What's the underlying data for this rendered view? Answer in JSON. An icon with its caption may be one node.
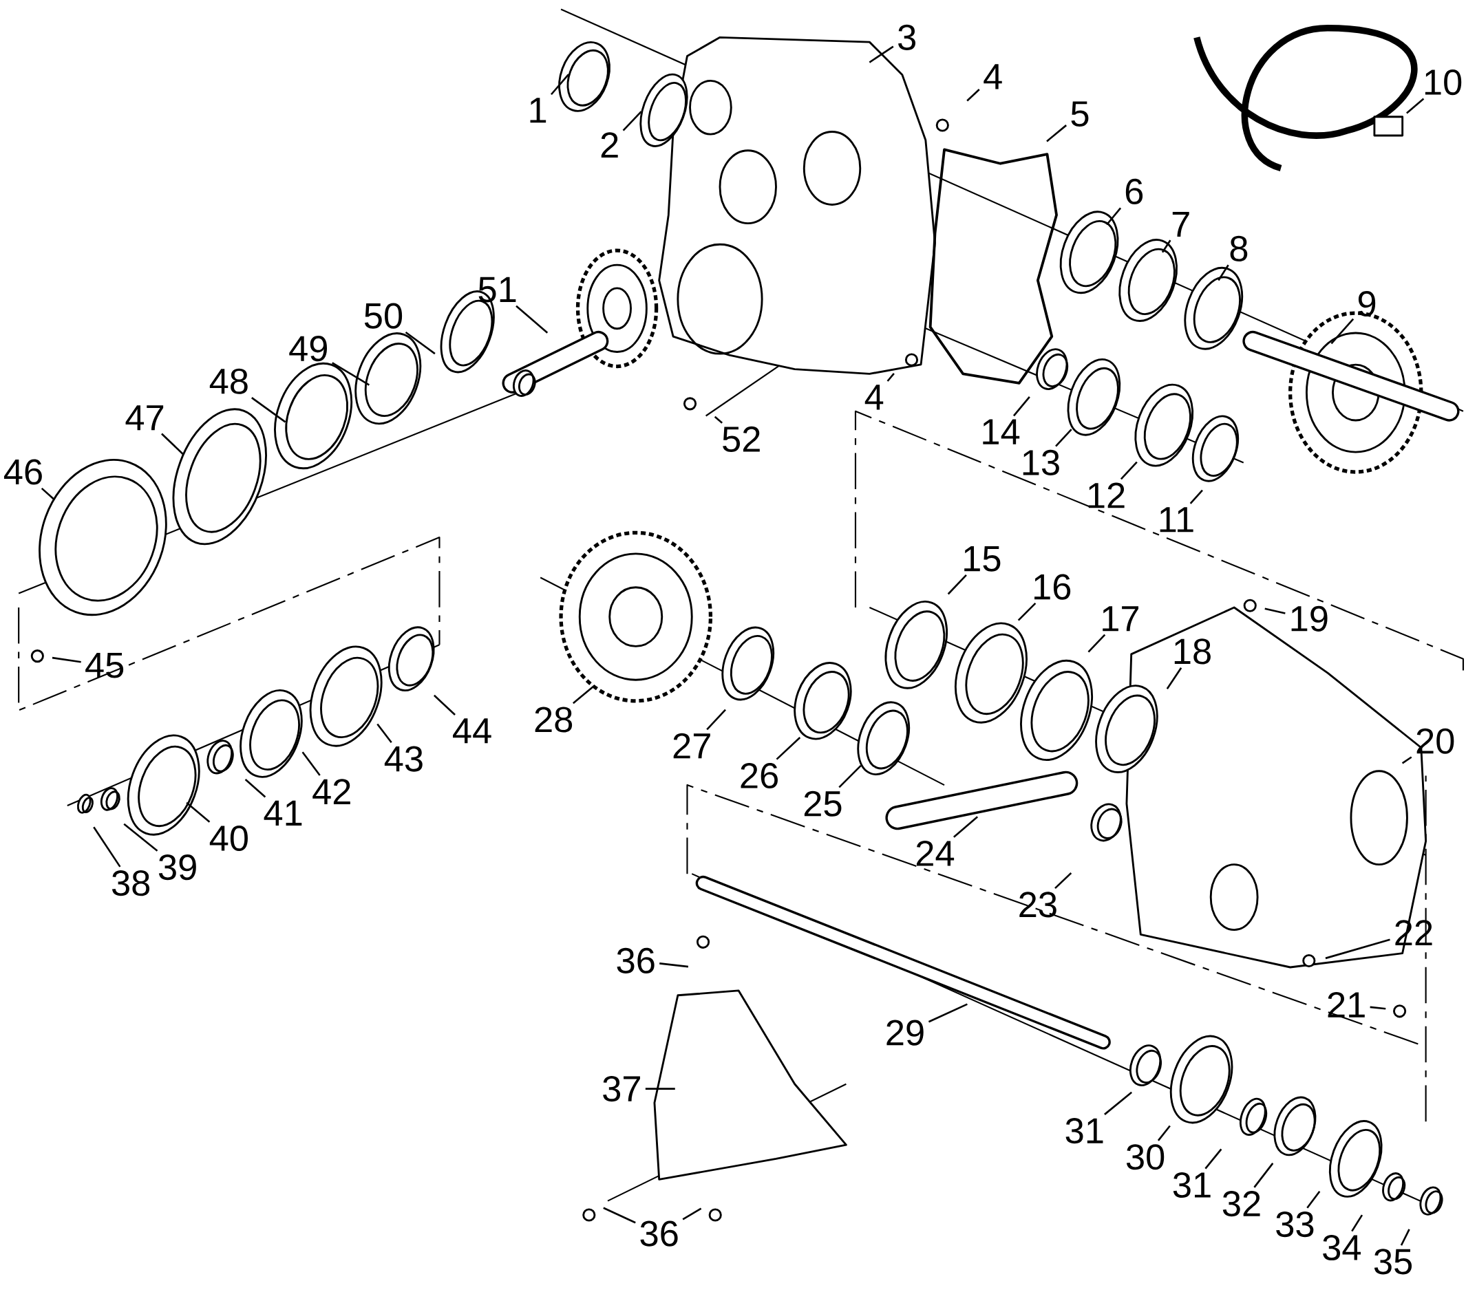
{
  "diagram": {
    "nodes": [
      {
        "text": [
          "1"
        ]
      },
      {
        "text": [
          "2"
        ]
      },
      {
        "text": [
          "3"
        ]
      },
      {
        "text": [
          "4"
        ]
      },
      {
        "text": [
          "5"
        ]
      },
      {
        "text": [
          "6"
        ]
      },
      {
        "text": [
          "7"
        ]
      },
      {
        "text": [
          "8"
        ]
      },
      {
        "text": [
          "9"
        ]
      },
      {
        "text": [
          "10"
        ]
      },
      {
        "text": [
          "51"
        ]
      },
      {
        "text": [
          "50"
        ]
      },
      {
        "text": [
          "49"
        ]
      },
      {
        "text": [
          "48"
        ]
      },
      {
        "text": [
          "47"
        ]
      },
      {
        "text": [
          "46"
        ]
      },
      {
        "text": [
          "52"
        ]
      },
      {
        "text": [
          "4"
        ]
      },
      {
        "text": [
          "14"
        ]
      },
      {
        "text": [
          "13"
        ]
      },
      {
        "text": [
          "12"
        ]
      },
      {
        "text": [
          "11"
        ]
      },
      {
        "text": [
          "15"
        ]
      },
      {
        "text": [
          "16"
        ]
      },
      {
        "text": [
          "17"
        ]
      },
      {
        "text": [
          "19"
        ]
      },
      {
        "text": [
          "18"
        ]
      },
      {
        "text": [
          "28"
        ]
      },
      {
        "text": [
          "45"
        ]
      },
      {
        "text": [
          "44"
        ]
      },
      {
        "text": [
          "43"
        ]
      },
      {
        "text": [
          "42"
        ]
      },
      {
        "text": [
          "41"
        ]
      },
      {
        "text": [
          "40"
        ]
      },
      {
        "text": [
          "39"
        ]
      },
      {
        "text": [
          "38"
        ]
      },
      {
        "text": [
          "27"
        ]
      },
      {
        "text": [
          "26"
        ]
      },
      {
        "text": [
          "25"
        ]
      },
      {
        "text": [
          "24"
        ]
      },
      {
        "text": [
          "23"
        ]
      },
      {
        "text": [
          "20"
        ]
      },
      {
        "text": [
          "21"
        ]
      },
      {
        "text": [
          "22"
        ]
      },
      {
        "text": [
          "36"
        ]
      },
      {
        "text": [
          "29"
        ]
      },
      {
        "text": [
          "37"
        ]
      },
      {
        "text": [
          "31"
        ]
      },
      {
        "text": [
          "30"
        ]
      },
      {
        "text": [
          "31"
        ]
      },
      {
        "text": [
          "32"
        ]
      },
      {
        "text": [
          "33"
        ]
      },
      {
        "text": [
          "34"
        ]
      },
      {
        "text": [
          "35"
        ]
      },
      {
        "text": [
          "36"
        ]
      }
    ],
    "edges": [
      {
        "from": 0,
        "to": null,
        "arrow": "none"
      },
      {
        "from": 1,
        "to": null,
        "arrow": "none"
      },
      {
        "from": 2,
        "to": null,
        "arrow": "none"
      },
      {
        "from": 3,
        "to": null,
        "arrow": "none"
      },
      {
        "from": 4,
        "to": null,
        "arrow": "none"
      },
      {
        "from": 5,
        "to": null,
        "arrow": "none"
      },
      {
        "from": 6,
        "to": null,
        "arrow": "none"
      },
      {
        "from": 7,
        "to": null,
        "arrow": "none"
      },
      {
        "from": 8,
        "to": null,
        "arrow": "none"
      },
      {
        "from": 9,
        "to": null,
        "arrow": "none"
      },
      {
        "from": 10,
        "to": null,
        "arrow": "none"
      },
      {
        "from": 11,
        "to": null,
        "arrow": "none"
      },
      {
        "from": 12,
        "to": null,
        "arrow": "none"
      },
      {
        "from": 13,
        "to": null,
        "arrow": "none"
      },
      {
        "from": 14,
        "to": null,
        "arrow": "none"
      },
      {
        "from": 15,
        "to": null,
        "arrow": "none"
      },
      {
        "from": 16,
        "to": null,
        "arrow": "none"
      },
      {
        "from": 17,
        "to": null,
        "arrow": "none"
      },
      {
        "from": 18,
        "to": null,
        "arrow": "none"
      },
      {
        "from": 19,
        "to": null,
        "arrow": "none"
      },
      {
        "from": 20,
        "to": null,
        "arrow": "none"
      },
      {
        "from": 21,
        "to": null,
        "arrow": "none"
      },
      {
        "from": 22,
        "to": null,
        "arrow": "none"
      },
      {
        "from": 23,
        "to": null,
        "arrow": "none"
      },
      {
        "from": 24,
        "to": null,
        "arrow": "none"
      },
      {
        "from": 25,
        "to": null,
        "arrow": "none"
      },
      {
        "from": 26,
        "to": null,
        "arrow": "none"
      },
      {
        "from": 27,
        "to": null,
        "arrow": "none"
      },
      {
        "from": 28,
        "to": null,
        "arrow": "none"
      },
      {
        "from": 29,
        "to": null,
        "arrow": "none"
      },
      {
        "from": 30,
        "to": null,
        "arrow": "none"
      },
      {
        "from": 31,
        "to": null,
        "arrow": "none"
      },
      {
        "from": 32,
        "to": null,
        "arrow": "none"
      },
      {
        "from": 33,
        "to": null,
        "arrow": "none"
      },
      {
        "from": 34,
        "to": null,
        "arrow": "none"
      },
      {
        "from": 35,
        "to": null,
        "arrow": "none"
      },
      {
        "from": 36,
        "to": null,
        "arrow": "none"
      },
      {
        "from": 37,
        "to": null,
        "arrow": "none"
      },
      {
        "from": 38,
        "to": null,
        "arrow": "none"
      },
      {
        "from": 39,
        "to": null,
        "arrow": "none"
      },
      {
        "from": 40,
        "to": null,
        "arrow": "none"
      },
      {
        "from": 41,
        "to": null,
        "arrow": "none"
      },
      {
        "from": 42,
        "to": null,
        "arrow": "none"
      },
      {
        "from": 43,
        "to": null,
        "arrow": "none"
      },
      {
        "from": 44,
        "to": null,
        "arrow": "none"
      },
      {
        "from": 45,
        "to": null,
        "arrow": "none"
      },
      {
        "from": 46,
        "to": null,
        "arrow": "none"
      },
      {
        "from": 47,
        "to": null,
        "arrow": "none"
      },
      {
        "from": 48,
        "to": null,
        "arrow": "none"
      },
      {
        "from": 49,
        "to": null,
        "arrow": "none"
      },
      {
        "from": 50,
        "to": null,
        "arrow": "none"
      },
      {
        "from": 51,
        "to": null,
        "arrow": "none"
      },
      {
        "from": 52,
        "to": null,
        "arrow": "none"
      },
      {
        "from": 53,
        "to": null,
        "arrow": "none"
      },
      {
        "from": 54,
        "to": null,
        "arrow": "none"
      },
      {
        "from": 54,
        "to": null,
        "arrow": "none"
      }
    ]
  }
}
